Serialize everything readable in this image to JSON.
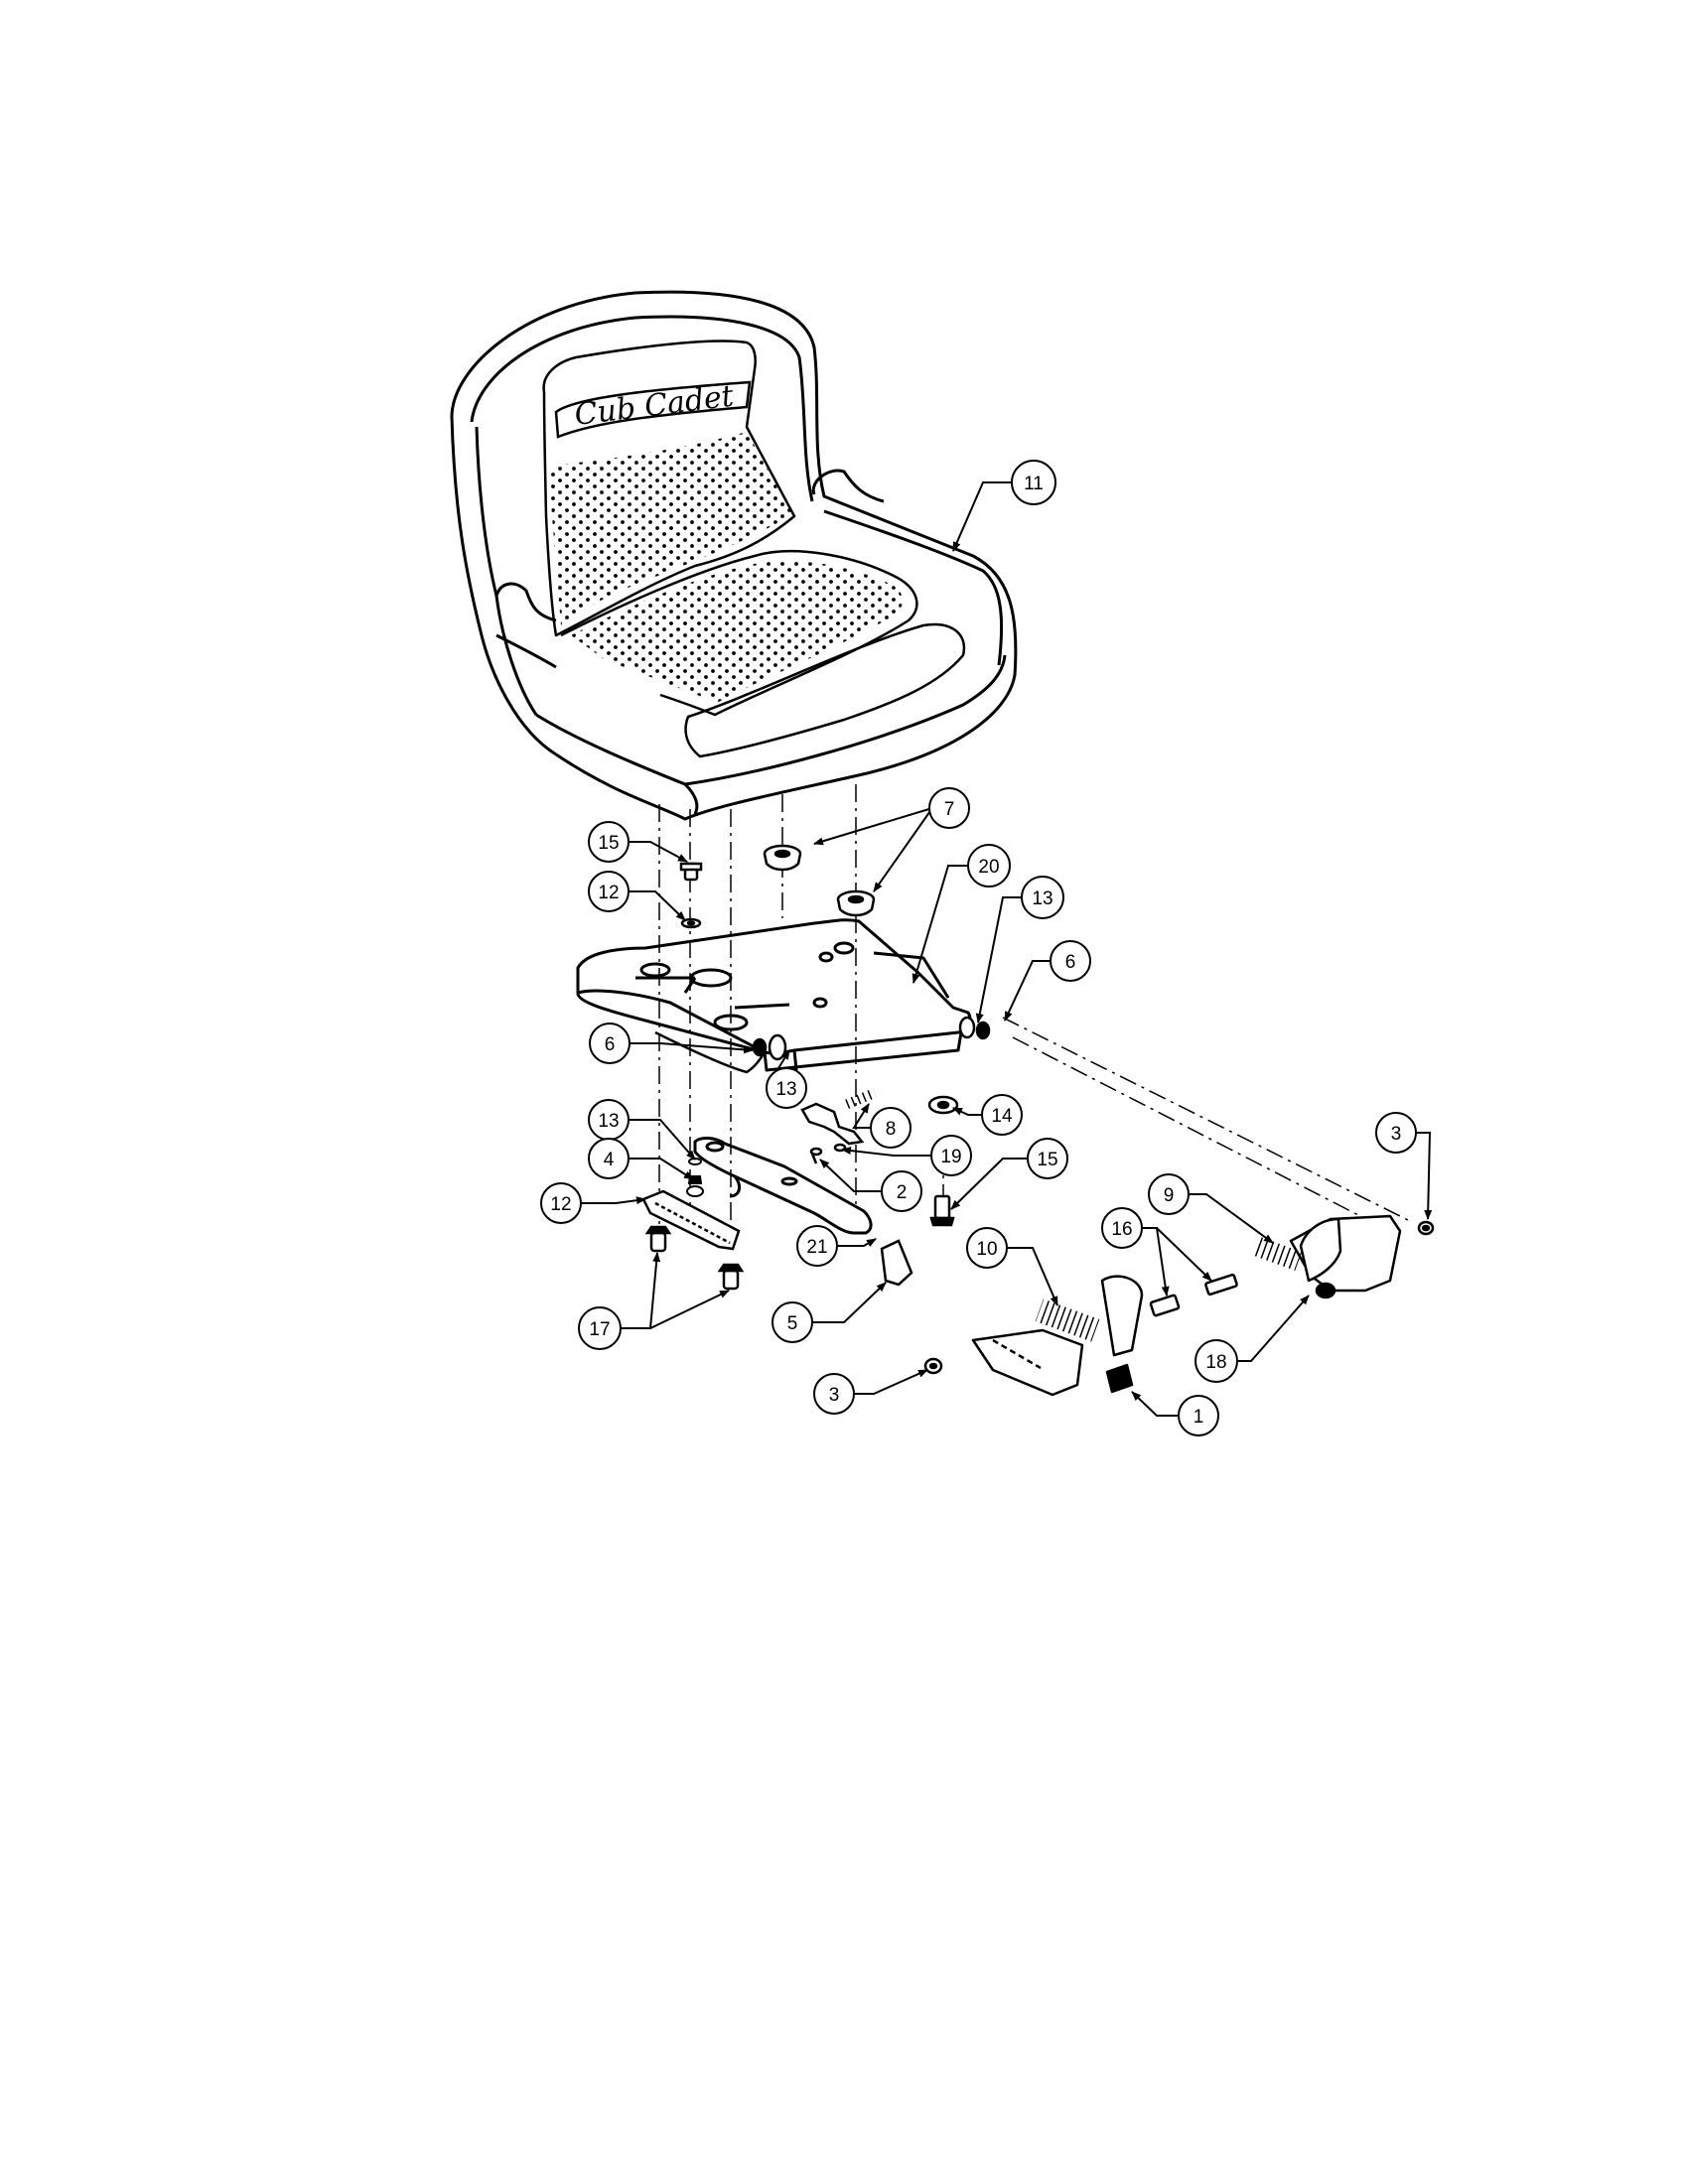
{
  "diagram": {
    "logo_text": "Cub Cadet",
    "callouts": [
      {
        "id": "c11",
        "label": "11"
      },
      {
        "id": "c7",
        "label": "7"
      },
      {
        "id": "c20",
        "label": "20"
      },
      {
        "id": "c13a",
        "label": "13"
      },
      {
        "id": "c6a",
        "label": "6"
      },
      {
        "id": "c15a",
        "label": "15"
      },
      {
        "id": "c12a",
        "label": "12"
      },
      {
        "id": "c6b",
        "label": "6"
      },
      {
        "id": "c13b",
        "label": "13"
      },
      {
        "id": "c13c",
        "label": "13"
      },
      {
        "id": "c4",
        "label": "4"
      },
      {
        "id": "c12b",
        "label": "12"
      },
      {
        "id": "c14",
        "label": "14"
      },
      {
        "id": "c8",
        "label": "8"
      },
      {
        "id": "c19",
        "label": "19"
      },
      {
        "id": "c2",
        "label": "2"
      },
      {
        "id": "c15b",
        "label": "15"
      },
      {
        "id": "c3a",
        "label": "3"
      },
      {
        "id": "c9",
        "label": "9"
      },
      {
        "id": "c16",
        "label": "16"
      },
      {
        "id": "c10",
        "label": "10"
      },
      {
        "id": "c21",
        "label": "21"
      },
      {
        "id": "c17",
        "label": "17"
      },
      {
        "id": "c5",
        "label": "5"
      },
      {
        "id": "c18",
        "label": "18"
      },
      {
        "id": "c3b",
        "label": "3"
      },
      {
        "id": "c1",
        "label": "1"
      }
    ]
  }
}
